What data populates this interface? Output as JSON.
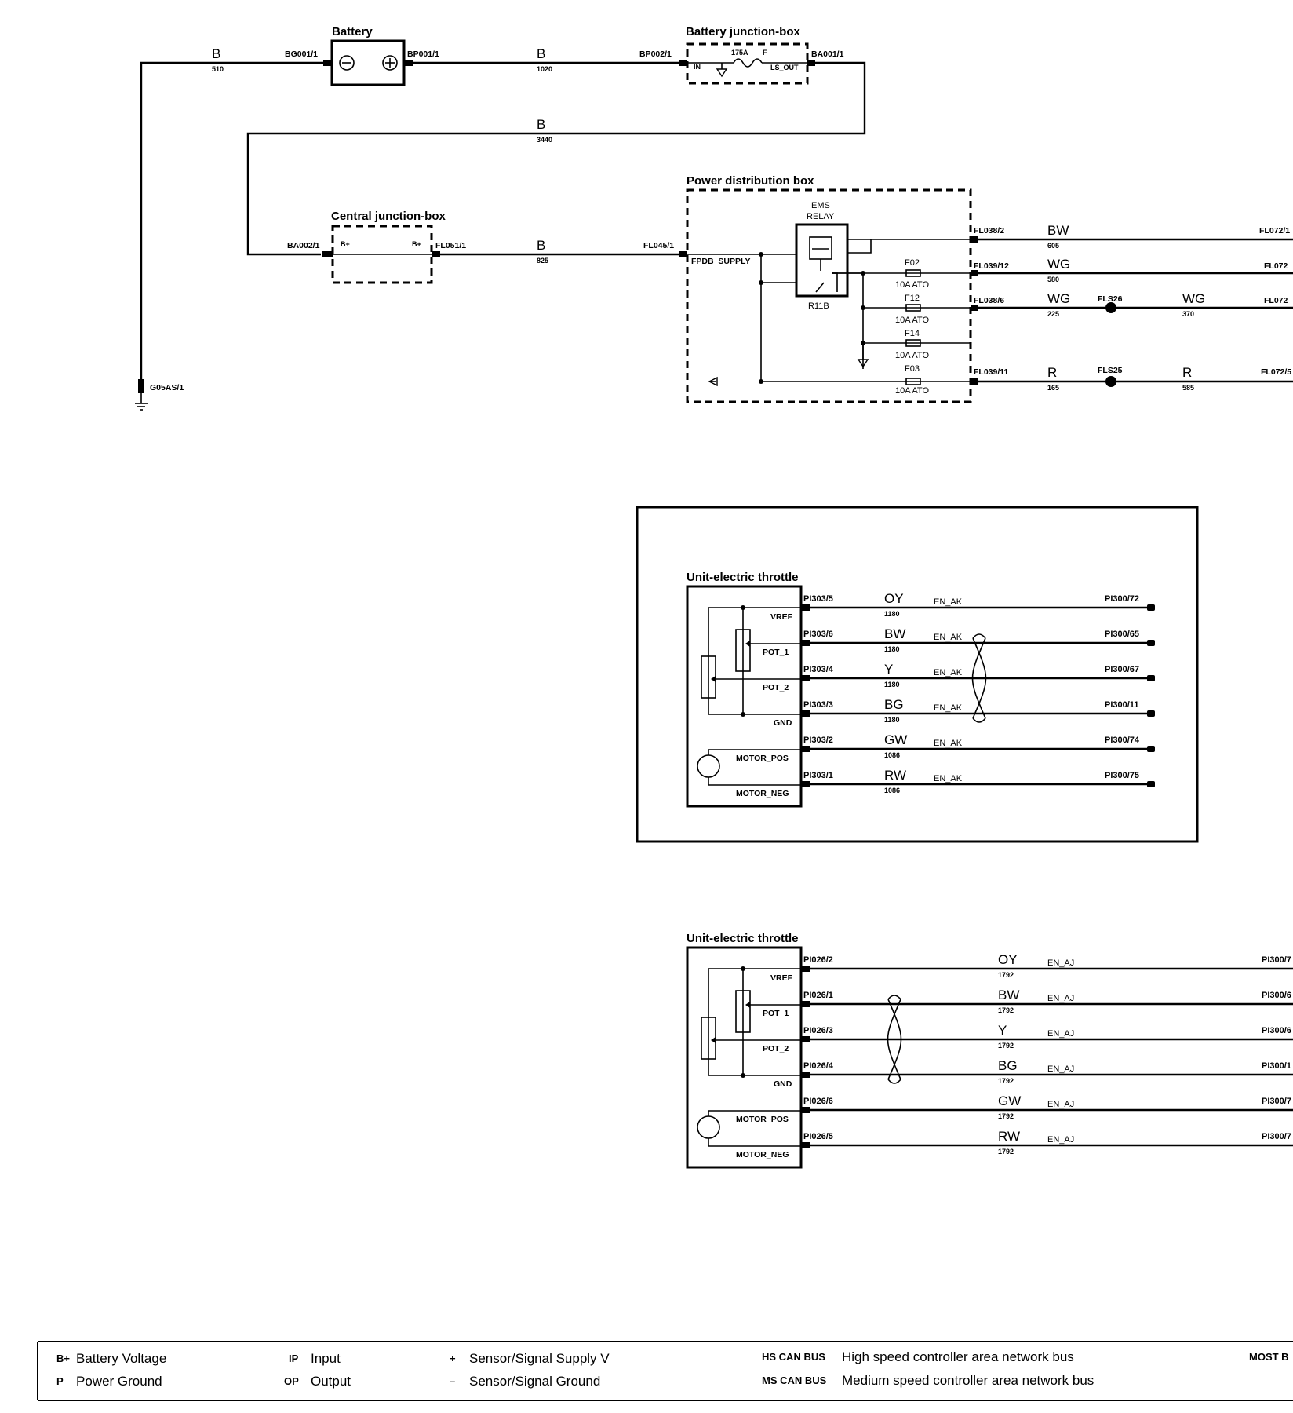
{
  "battery": {
    "title": "Battery",
    "conn_left": "BG001/1",
    "conn_right": "BP001/1"
  },
  "battery_jb": {
    "title": "Battery junction-box",
    "conn_in": "BP002/1",
    "conn_out": "BA001/1",
    "pin_in": "IN",
    "pin_out": "LS_OUT",
    "fuse_rating": "175A",
    "fuse_label": "F"
  },
  "ground": {
    "label": "G05AS/1"
  },
  "wires_top": [
    {
      "color": "B",
      "number": "510"
    },
    {
      "color": "B",
      "number": "1020"
    },
    {
      "color": "B",
      "number": "3440"
    },
    {
      "color": "B",
      "number": "825"
    }
  ],
  "central_jb": {
    "title": "Central junction-box",
    "conn_left": "BA002/1",
    "conn_right": "FL051/1",
    "pin_left": "B+",
    "pin_right": "B+"
  },
  "pdb": {
    "title": "Power distribution box",
    "conn_in": "FL045/1",
    "supply_label": "FPDB_SUPPLY",
    "relay_label_1": "EMS",
    "relay_label_2": "RELAY",
    "relay_id": "R11B",
    "fuses": [
      {
        "id": "F02",
        "rating": "10A ATO"
      },
      {
        "id": "F12",
        "rating": "10A ATO"
      },
      {
        "id": "F14",
        "rating": "10A ATO"
      },
      {
        "id": "F03",
        "rating": "10A ATO"
      }
    ],
    "outputs": [
      {
        "conn": "FL038/2",
        "color": "BW",
        "number": "605",
        "splice": "",
        "color2": "",
        "number2": "",
        "dest": "FL072/1"
      },
      {
        "conn": "FL039/12",
        "color": "WG",
        "number": "580",
        "splice": "",
        "color2": "",
        "number2": "",
        "dest": "FL072"
      },
      {
        "conn": "FL038/6",
        "color": "WG",
        "number": "225",
        "splice": "FLS26",
        "color2": "WG",
        "number2": "370",
        "dest": "FL072"
      },
      {
        "conn": "FL039/11",
        "color": "R",
        "number": "165",
        "splice": "FLS25",
        "color2": "R",
        "number2": "585",
        "dest": "FL072/5"
      }
    ]
  },
  "throttle1": {
    "title": "Unit-electric throttle",
    "signal": "EN_AK",
    "rows": [
      {
        "pin": "VREF",
        "conn": "PI303/5",
        "color": "OY",
        "number": "1180",
        "dest": "PI300/72"
      },
      {
        "pin": "POT_1",
        "conn": "PI303/6",
        "color": "BW",
        "number": "1180",
        "dest": "PI300/65"
      },
      {
        "pin": "POT_2",
        "conn": "PI303/4",
        "color": "Y",
        "number": "1180",
        "dest": "PI300/67"
      },
      {
        "pin": "GND",
        "conn": "PI303/3",
        "color": "BG",
        "number": "1180",
        "dest": "PI300/11"
      },
      {
        "pin": "MOTOR_POS",
        "conn": "PI303/2",
        "color": "GW",
        "number": "1086",
        "dest": "PI300/74"
      },
      {
        "pin": "MOTOR_NEG",
        "conn": "PI303/1",
        "color": "RW",
        "number": "1086",
        "dest": "PI300/75"
      }
    ]
  },
  "throttle2": {
    "title": "Unit-electric throttle",
    "signal": "EN_AJ",
    "rows": [
      {
        "pin": "VREF",
        "conn": "PI026/2",
        "color": "OY",
        "number": "1792",
        "dest": "PI300/7"
      },
      {
        "pin": "POT_1",
        "conn": "PI026/1",
        "color": "BW",
        "number": "1792",
        "dest": "PI300/6"
      },
      {
        "pin": "POT_2",
        "conn": "PI026/3",
        "color": "Y",
        "number": "1792",
        "dest": "PI300/6"
      },
      {
        "pin": "GND",
        "conn": "PI026/4",
        "color": "BG",
        "number": "1792",
        "dest": "PI300/1"
      },
      {
        "pin": "MOTOR_POS",
        "conn": "PI026/6",
        "color": "GW",
        "number": "1792",
        "dest": "PI300/7"
      },
      {
        "pin": "MOTOR_NEG",
        "conn": "PI026/5",
        "color": "RW",
        "number": "1792",
        "dest": "PI300/7"
      }
    ]
  },
  "legend": {
    "items": [
      {
        "sym": "B+",
        "text": "Battery Voltage"
      },
      {
        "sym": "P",
        "text": "Power Ground"
      },
      {
        "sym": "IP",
        "text": "Input"
      },
      {
        "sym": "OP",
        "text": "Output"
      },
      {
        "sym": "+",
        "text": "Sensor/Signal Supply V"
      },
      {
        "sym": "–",
        "text": "Sensor/Signal Ground"
      },
      {
        "sym": "HS CAN BUS",
        "text": "High speed controller area network bus"
      },
      {
        "sym": "MS CAN BUS",
        "text": "Medium speed controller area network bus"
      },
      {
        "sym": "MOST B",
        "text": ""
      }
    ]
  }
}
